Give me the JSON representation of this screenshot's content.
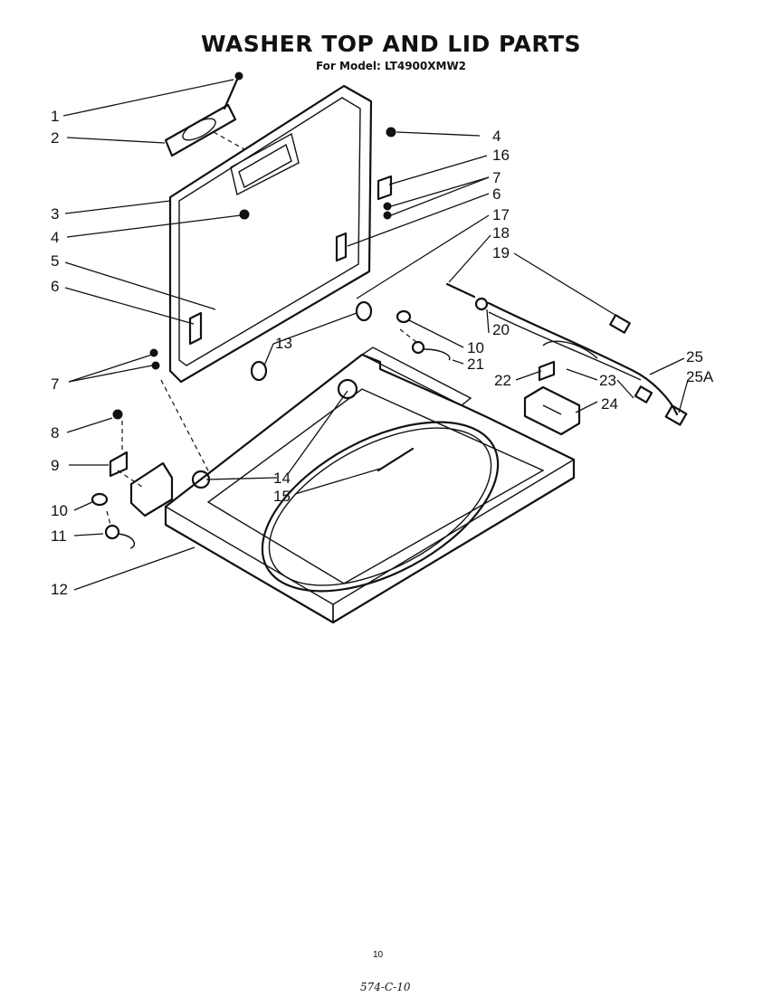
{
  "title": "WASHER TOP AND LID PARTS",
  "subtitle": "For Model: LT4900XMW2",
  "page_number": "10",
  "footer_code": "574-C-10",
  "callouts": [
    {
      "label": "1"
    },
    {
      "label": "2"
    },
    {
      "label": "3"
    },
    {
      "label": "4"
    },
    {
      "label": "5"
    },
    {
      "label": "6"
    },
    {
      "label": "7"
    },
    {
      "label": "8"
    },
    {
      "label": "9"
    },
    {
      "label": "10"
    },
    {
      "label": "11"
    },
    {
      "label": "12"
    },
    {
      "label": "4"
    },
    {
      "label": "16"
    },
    {
      "label": "7"
    },
    {
      "label": "6"
    },
    {
      "label": "17"
    },
    {
      "label": "18"
    },
    {
      "label": "19"
    },
    {
      "label": "13"
    },
    {
      "label": "20"
    },
    {
      "label": "10"
    },
    {
      "label": "21"
    },
    {
      "label": "22"
    },
    {
      "label": "23"
    },
    {
      "label": "24"
    },
    {
      "label": "25"
    },
    {
      "label": "25A"
    },
    {
      "label": "14"
    },
    {
      "label": "15"
    }
  ]
}
